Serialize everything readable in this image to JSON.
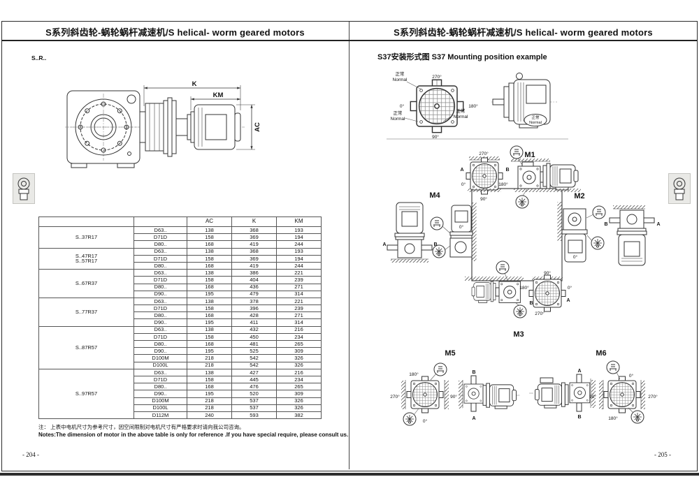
{
  "page_title": "S系列斜齿轮-蜗轮蜗杆减速机/S helical- worm geared motors",
  "left_page": {
    "series_code": "S..R..",
    "drawing": {
      "dim_k": "K",
      "dim_km": "KM",
      "dim_ac": "AC"
    },
    "table": {
      "col_headers": [
        "AC",
        "K",
        "KM"
      ],
      "groups": [
        {
          "model": "S..37R17",
          "rows": [
            [
              "D63..",
              "138",
              "368",
              "193"
            ],
            [
              "D71D",
              "158",
              "369",
              "194"
            ],
            [
              "D80..",
              "168",
              "419",
              "244"
            ]
          ]
        },
        {
          "model": "S..47R17\nS..57R17",
          "rows": [
            [
              "D63..",
              "138",
              "368",
              "193"
            ],
            [
              "D71D",
              "158",
              "369",
              "194"
            ],
            [
              "D80..",
              "168",
              "419",
              "244"
            ]
          ]
        },
        {
          "model": "S..67R37",
          "rows": [
            [
              "D63..",
              "138",
              "386",
              "221"
            ],
            [
              "D71D",
              "158",
              "404",
              "239"
            ],
            [
              "D80..",
              "168",
              "436",
              "271"
            ],
            [
              "D90..",
              "195",
              "479",
              "314"
            ]
          ]
        },
        {
          "model": "S..77R37",
          "rows": [
            [
              "D63..",
              "138",
              "378",
              "221"
            ],
            [
              "D71D",
              "158",
              "396",
              "239"
            ],
            [
              "D80..",
              "168",
              "428",
              "271"
            ],
            [
              "D90..",
              "195",
              "411",
              "314"
            ]
          ]
        },
        {
          "model": "S..87R57",
          "rows": [
            [
              "D63..",
              "138",
              "432",
              "216"
            ],
            [
              "D71D",
              "158",
              "450",
              "234"
            ],
            [
              "D80..",
              "168",
              "481",
              "265"
            ],
            [
              "D90..",
              "195",
              "525",
              "309"
            ],
            [
              "D100M",
              "218",
              "542",
              "326"
            ],
            [
              "D100L",
              "218",
              "542",
              "326"
            ]
          ]
        },
        {
          "model": "S..97R57",
          "rows": [
            [
              "D63..",
              "138",
              "427",
              "216"
            ],
            [
              "D71D",
              "158",
              "445",
              "234"
            ],
            [
              "D80..",
              "168",
              "476",
              "265"
            ],
            [
              "D90..",
              "195",
              "520",
              "309"
            ],
            [
              "D100M",
              "218",
              "537",
              "326"
            ],
            [
              "D100L",
              "218",
              "537",
              "326"
            ],
            [
              "D112M",
              "240",
              "593",
              "382"
            ]
          ]
        }
      ]
    },
    "note_cn": "注： 上表中电机尺寸为参考尺寸，因空间限制对电机尺寸有严格要求时请向我公司咨询。",
    "note_en": "Notes:The dimension of motor in the above table is only for reference .If you have special require, please consult us.",
    "page_number": "- 204 -"
  },
  "right_page": {
    "subtitle": "S37安装形式图  S37 Mounting position example",
    "example": {
      "top": "270°",
      "left": "0°",
      "right": "180°",
      "bottom": "90°",
      "normal_cn": "正常",
      "normal_en": "Normal"
    },
    "m1": {
      "label": "M1",
      "a": "A",
      "b": "B",
      "deg270": "270°",
      "deg0": "0°",
      "deg180": "180°",
      "deg90": "90°"
    },
    "m2": {
      "label": "M2",
      "motor_deg": "0°",
      "a": "A",
      "b": "B"
    },
    "m3": {
      "label": "M3",
      "a": "A",
      "b": "B",
      "deg90": "90°",
      "deg180": "180°",
      "deg0": "0°",
      "deg270": "270°"
    },
    "m4": {
      "label": "M4",
      "motor_deg": "0°",
      "a": "A",
      "b": "B"
    },
    "m5": {
      "label": "M5",
      "a": "A",
      "b": "B",
      "deg180": "180°",
      "deg270": "270°",
      "deg90": "90°",
      "deg0": "0°"
    },
    "m6": {
      "label": "M6",
      "a": "A",
      "b": "B",
      "deg0": "0°",
      "deg90": "90°",
      "deg270": "270°",
      "deg180": "180°"
    },
    "page_number": "- 205 -"
  }
}
